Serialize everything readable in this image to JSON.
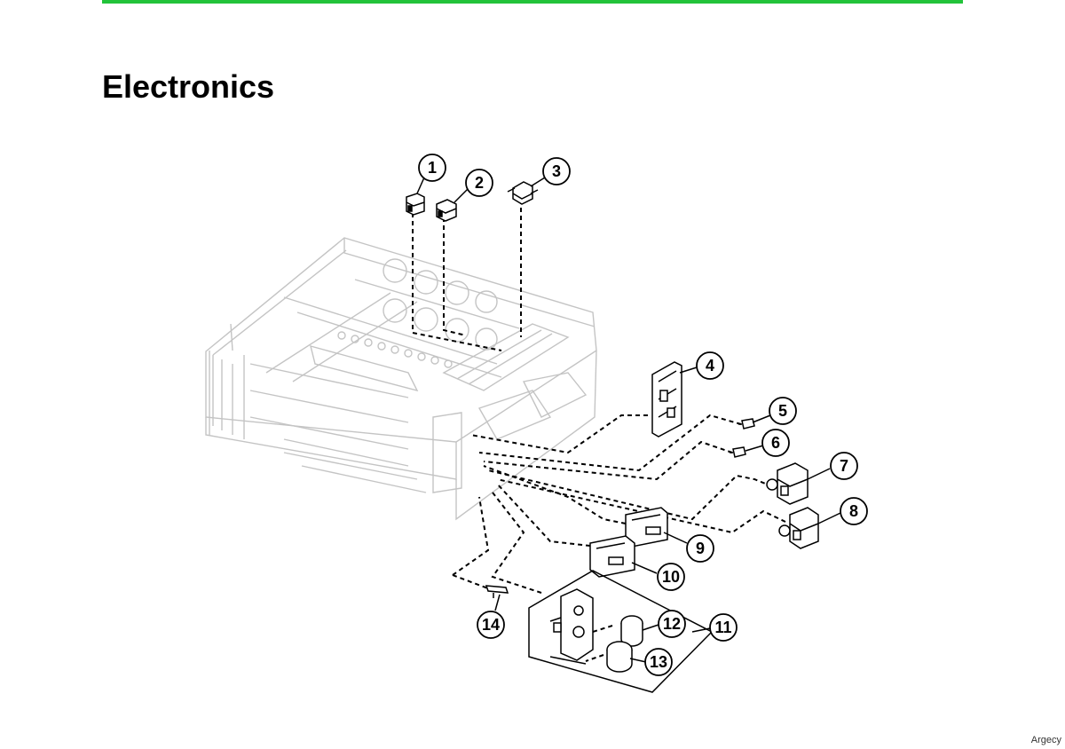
{
  "page": {
    "title": "Electronics",
    "watermark": "Argecy",
    "accent_color": "#22c33a"
  },
  "diagram": {
    "type": "exploded-parts-diagram",
    "callouts": [
      "1",
      "2",
      "3",
      "4",
      "5",
      "6",
      "7",
      "8",
      "9",
      "10",
      "11",
      "12",
      "13",
      "14"
    ]
  }
}
